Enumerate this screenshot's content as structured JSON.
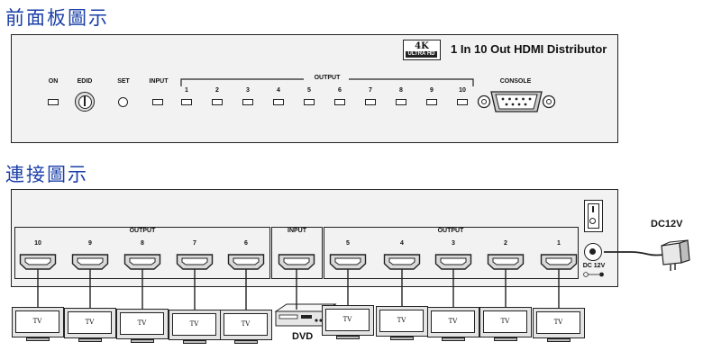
{
  "front_panel": {
    "title": "前面板圖示",
    "badge_top": "4K",
    "badge_bottom": "ULTRA HD",
    "product_name": "1 In 10 Out HDMI Distributor",
    "labels": {
      "on": "ON",
      "edid": "EDID",
      "set": "SET",
      "input": "INPUT",
      "output": "OUTPUT",
      "console": "CONSOLE"
    },
    "port_numbers": [
      "1",
      "2",
      "3",
      "4",
      "5",
      "6",
      "7",
      "8",
      "9",
      "10"
    ]
  },
  "connection": {
    "title": "連接圖示",
    "output_label": "OUTPUT",
    "input_label": "INPUT",
    "left_ports": [
      "10",
      "9",
      "8",
      "7",
      "6"
    ],
    "right_ports": [
      "5",
      "4",
      "3",
      "2",
      "1"
    ],
    "dc_jack_label": "DC 12V",
    "power_label": "DC12V",
    "tv_label": "TV",
    "dvd_label": "DVD"
  },
  "colors": {
    "title": "#1a3fa8",
    "device": "#f2f2f2",
    "line": "#222222"
  }
}
